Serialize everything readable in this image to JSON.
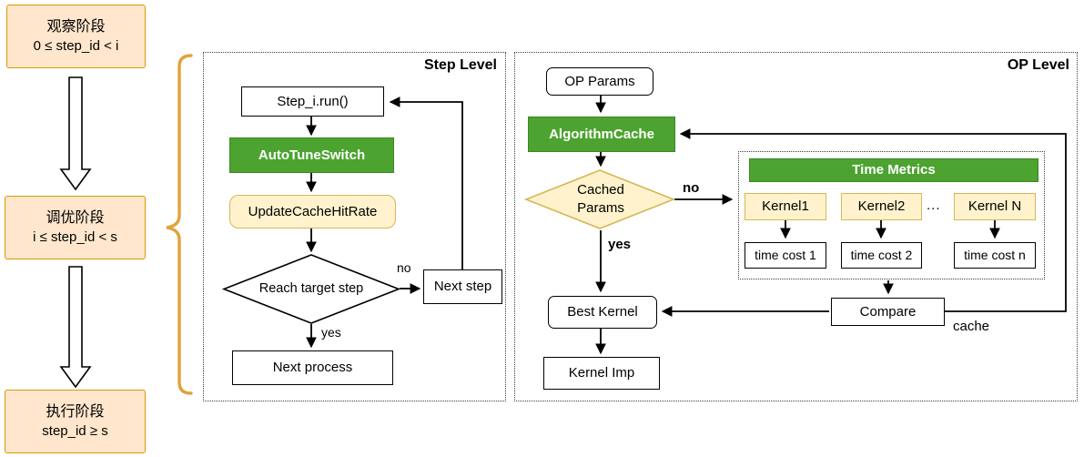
{
  "colors": {
    "green": "#4CA330",
    "green_border": "#3C8526",
    "cream": "#FFF2CC",
    "cream_border": "#D6B656",
    "peach": "#FFE6CC",
    "peach_border": "#D79B00",
    "brace": "#E2A23E",
    "line": "#000000"
  },
  "phases": [
    {
      "title": "观察阶段",
      "formula": "0 ≤ step_id < i"
    },
    {
      "title": "调优阶段",
      "formula": "i ≤ step_id < s"
    },
    {
      "title": "执行阶段",
      "formula": "step_id ≥ s"
    }
  ],
  "step_level": {
    "label": "Step Level",
    "step_run": "Step_i.run()",
    "auto_tune_switch": "AutoTuneSwitch",
    "update_cache_hit_rate": "UpdateCacheHitRate",
    "decision": "Reach target step",
    "no_label": "no",
    "yes_label": "yes",
    "next_step": "Next step",
    "next_process": "Next process"
  },
  "op_level": {
    "label": "OP Level",
    "op_params": "OP Params",
    "algorithm_cache": "AlgorithmCache",
    "decision_line1": "Cached",
    "decision_line2": "Params",
    "no_label": "no",
    "yes_label": "yes",
    "time_metrics": {
      "title": "Time Metrics",
      "kernels": [
        "Kernel1",
        "Kernel2",
        "Kernel N"
      ],
      "dots": "...",
      "time_costs": [
        "time cost 1",
        "time cost 2",
        "time cost n"
      ]
    },
    "compare": "Compare",
    "cache_label": "cache",
    "best_kernel": "Best Kernel",
    "kernel_imp": "Kernel Imp"
  }
}
